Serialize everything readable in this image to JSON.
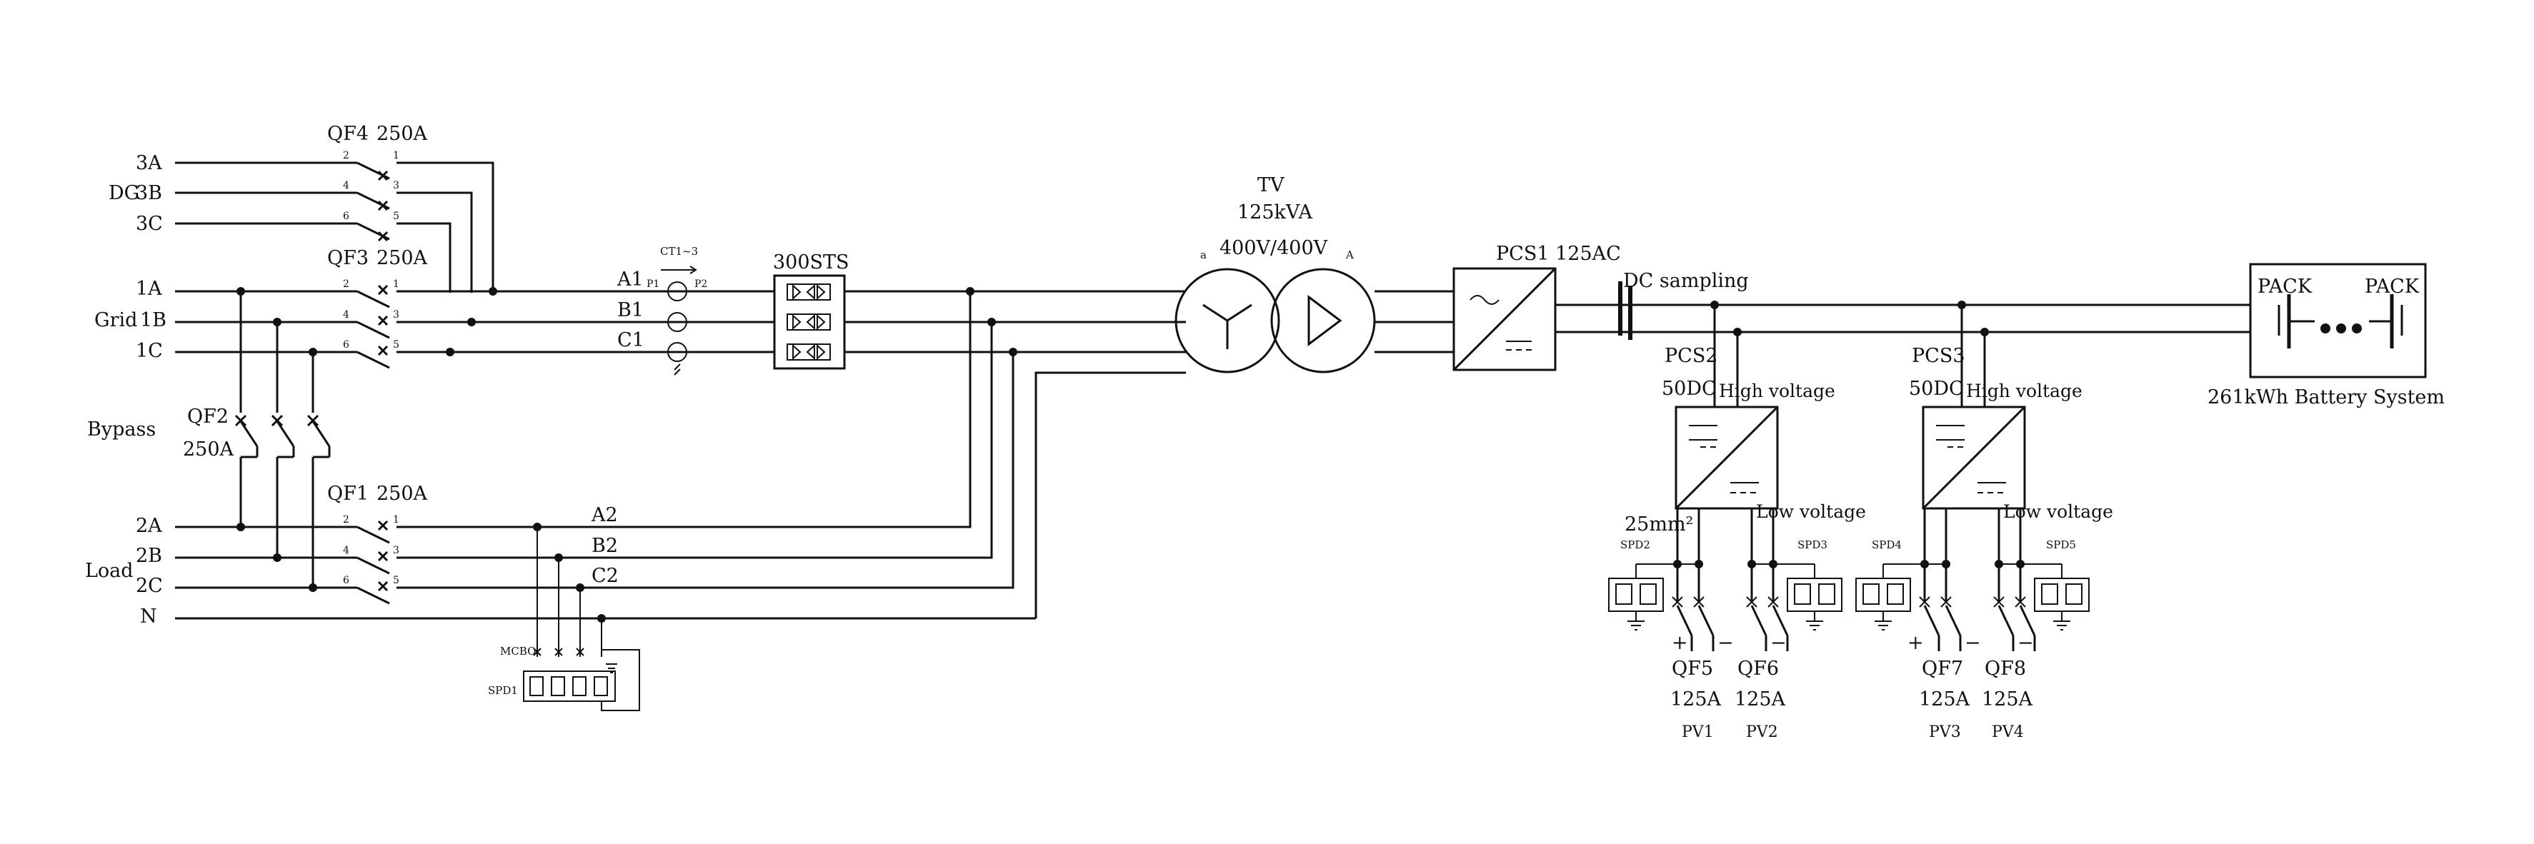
{
  "buses": {
    "dg": {
      "label": "DG",
      "phases": [
        "3A",
        "3B",
        "3C"
      ]
    },
    "grid": {
      "label": "Grid",
      "phases": [
        "1A",
        "1B",
        "1C"
      ]
    },
    "load": {
      "label": "Load",
      "phases": [
        "2A",
        "2B",
        "2C",
        "N"
      ]
    },
    "bypass": {
      "label": "Bypass"
    }
  },
  "breakers": {
    "qf4": {
      "name": "QF4",
      "rating": "250A",
      "pins_top": [
        "2",
        "4",
        "6"
      ],
      "pins_right": [
        "1",
        "3",
        "5"
      ]
    },
    "qf3": {
      "name": "QF3",
      "rating": "250A",
      "pins_top": [
        "2",
        "4",
        "6"
      ],
      "pins_right": [
        "1",
        "3",
        "5"
      ]
    },
    "qf2": {
      "name": "QF2",
      "rating": "250A"
    },
    "qf1": {
      "name": "QF1",
      "rating": "250A",
      "pins_top": [
        "2",
        "4",
        "6"
      ],
      "pins_right": [
        "1",
        "3",
        "5"
      ]
    },
    "qf5": {
      "name": "QF5",
      "rating": "125A",
      "pv": "PV1"
    },
    "qf6": {
      "name": "QF6",
      "rating": "125A",
      "pv": "PV2"
    },
    "qf7": {
      "name": "QF7",
      "rating": "125A",
      "pv": "PV3"
    },
    "qf8": {
      "name": "QF8",
      "rating": "125A",
      "pv": "PV4"
    }
  },
  "ct": {
    "label": "CT1~3",
    "p1": "P1",
    "p2": "P2"
  },
  "lines": {
    "a1": "A1",
    "b1": "B1",
    "c1": "C1",
    "a2": "A2",
    "b2": "B2",
    "c2": "C2"
  },
  "sts": {
    "label": "300STS"
  },
  "transformer": {
    "name": "TV",
    "rating": "125kVA",
    "voltage": "400V/400V",
    "left_tag": "a",
    "right_tag": "A"
  },
  "pcs1": {
    "label": "PCS1  125AC"
  },
  "dc_sampling": {
    "label": "DC sampling"
  },
  "pcs2": {
    "name": "PCS2",
    "rating": "50DC",
    "high": "High voltage",
    "low": "Low voltage"
  },
  "pcs3": {
    "name": "PCS3",
    "rating": "50DC",
    "high": "High voltage",
    "low": "Low voltage"
  },
  "cable": {
    "label": "25mm²"
  },
  "spd": {
    "spd1": "SPD1",
    "spd2": "SPD2",
    "spd3": "SPD3",
    "spd4": "SPD4",
    "spd5": "SPD5",
    "mcbo": "MCBO"
  },
  "battery": {
    "pack_left": "PACK",
    "pack_right": "PACK",
    "system": "261kWh Battery System"
  },
  "polarity": {
    "plus": "+",
    "minus": "−"
  }
}
